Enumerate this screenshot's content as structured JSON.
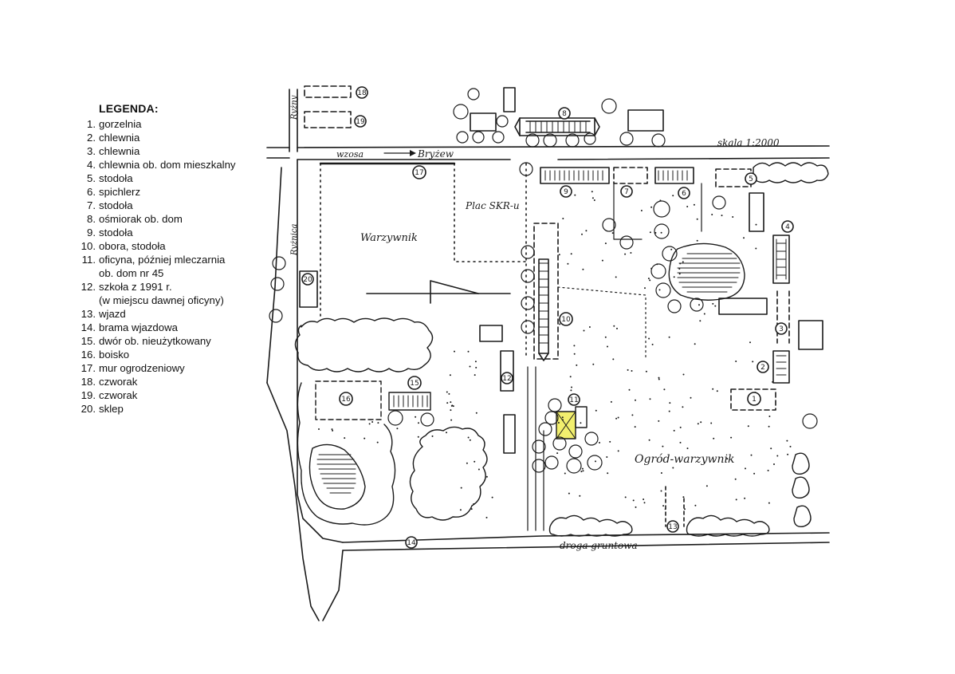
{
  "legend": {
    "title": "LEGENDA:",
    "items": [
      {
        "num": "1.",
        "label": "gorzelnia"
      },
      {
        "num": "2.",
        "label": "chlewnia"
      },
      {
        "num": "3.",
        "label": "chlewnia"
      },
      {
        "num": "4.",
        "label": "chlewnia ob. dom mieszkalny"
      },
      {
        "num": "5.",
        "label": "stodoła"
      },
      {
        "num": "6.",
        "label": "spichlerz"
      },
      {
        "num": "7.",
        "label": "stodoła"
      },
      {
        "num": "8.",
        "label": "ośmiorak ob. dom"
      },
      {
        "num": "9.",
        "label": "stodoła"
      },
      {
        "num": "10.",
        "label": "obora, stodoła"
      },
      {
        "num": "11.",
        "label": "oficyna, później mleczarnia",
        "cont": "ob. dom nr 45"
      },
      {
        "num": "12.",
        "label": "szkoła z 1991 r.",
        "cont": "(w miejscu dawnej oficyny)"
      },
      {
        "num": "13.",
        "label": "wjazd"
      },
      {
        "num": "14.",
        "label": "brama wjazdowa"
      },
      {
        "num": "15.",
        "label": "dwór ob. nieużytkowany"
      },
      {
        "num": "16.",
        "label": "boisko"
      },
      {
        "num": "17.",
        "label": "mur ogrodzeniowy"
      },
      {
        "num": "18.",
        "label": "czworak"
      },
      {
        "num": "19.",
        "label": "czworak"
      },
      {
        "num": "20.",
        "label": "sklep"
      }
    ]
  },
  "map_labels": {
    "scale": "skala 1:2000",
    "road_top_left": "wzosa",
    "road_top_right": "Bryżew",
    "road_left_top": "Ryżny",
    "road_left_mid": "Ryżnica",
    "vegetable_garden_left": "Warzywnik",
    "square": "Plac SKR-u",
    "garden_vegetable": "Ogród-warzywnik",
    "dirt_road": "droga gruntowa"
  },
  "markers": {
    "m1": "1",
    "m2": "2",
    "m3": "3",
    "m4": "4",
    "m5": "5",
    "m6": "6",
    "m7": "7",
    "m8": "8",
    "m9": "9",
    "m10": "10",
    "m11": "11",
    "m12": "12",
    "m13": "13",
    "m14": "14",
    "m15": "15",
    "m16": "16",
    "m17": "17",
    "m18": "18",
    "m19": "19",
    "m20": "20"
  },
  "colors": {
    "ink": "#1a1a1a",
    "highlight": "#f2ef6e"
  }
}
